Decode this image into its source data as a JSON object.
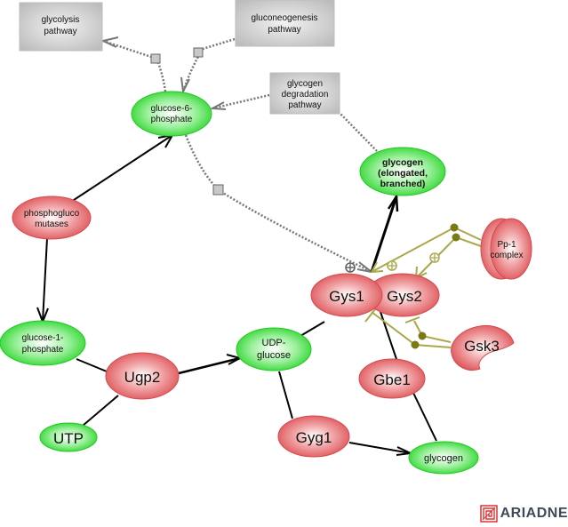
{
  "nodes": {
    "glycolysis_pathway": {
      "lines": [
        "glycolysis",
        "pathway"
      ],
      "type": "pathway"
    },
    "gluconeogenesis_pathway": {
      "lines": [
        "gluconeogenesis",
        "pathway"
      ],
      "type": "pathway"
    },
    "glycogen_degradation_pathway": {
      "lines": [
        "glycogen",
        "degradation",
        "pathway"
      ],
      "type": "pathway"
    },
    "glucose_6_phosphate": {
      "lines": [
        "glucose-6-",
        "phosphate"
      ],
      "type": "small-molecule"
    },
    "glycogen_elongated": {
      "lines": [
        "glycogen",
        "(elongated,",
        "branched)"
      ],
      "type": "small-molecule"
    },
    "phosphoglucomutases": {
      "lines": [
        "phosphogluco",
        "mutases"
      ],
      "type": "protein"
    },
    "pp1_complex": {
      "lines": [
        "Pp-1",
        "complex"
      ],
      "type": "complex"
    },
    "gys1": {
      "lines": [
        "Gys1"
      ],
      "type": "protein"
    },
    "gys2": {
      "lines": [
        "Gys2"
      ],
      "type": "protein"
    },
    "gsk3": {
      "lines": [
        "Gsk3"
      ],
      "type": "protein"
    },
    "glucose_1_phosphate": {
      "lines": [
        "glucose-1-",
        "phosphate"
      ],
      "type": "small-molecule"
    },
    "udp_glucose": {
      "lines": [
        "UDP-",
        "glucose"
      ],
      "type": "small-molecule"
    },
    "ugp2": {
      "lines": [
        "Ugp2"
      ],
      "type": "protein"
    },
    "gbe1": {
      "lines": [
        "Gbe1"
      ],
      "type": "protein"
    },
    "utp": {
      "lines": [
        "UTP"
      ],
      "type": "small-molecule"
    },
    "gyg1": {
      "lines": [
        "Gyg1"
      ],
      "type": "protein"
    },
    "glycogen": {
      "lines": [
        "glycogen"
      ],
      "type": "small-molecule"
    }
  },
  "colors": {
    "protein": "#e05a5f",
    "small_molecule": "#3ddc3d",
    "pathway": "#c8c8c8",
    "regulation": "#a9a84a",
    "regulation_dot": "#7a7a14",
    "dotted_edge": "#777777",
    "solid_edge": "#000000"
  },
  "logo": {
    "text": "ARIADNE"
  }
}
